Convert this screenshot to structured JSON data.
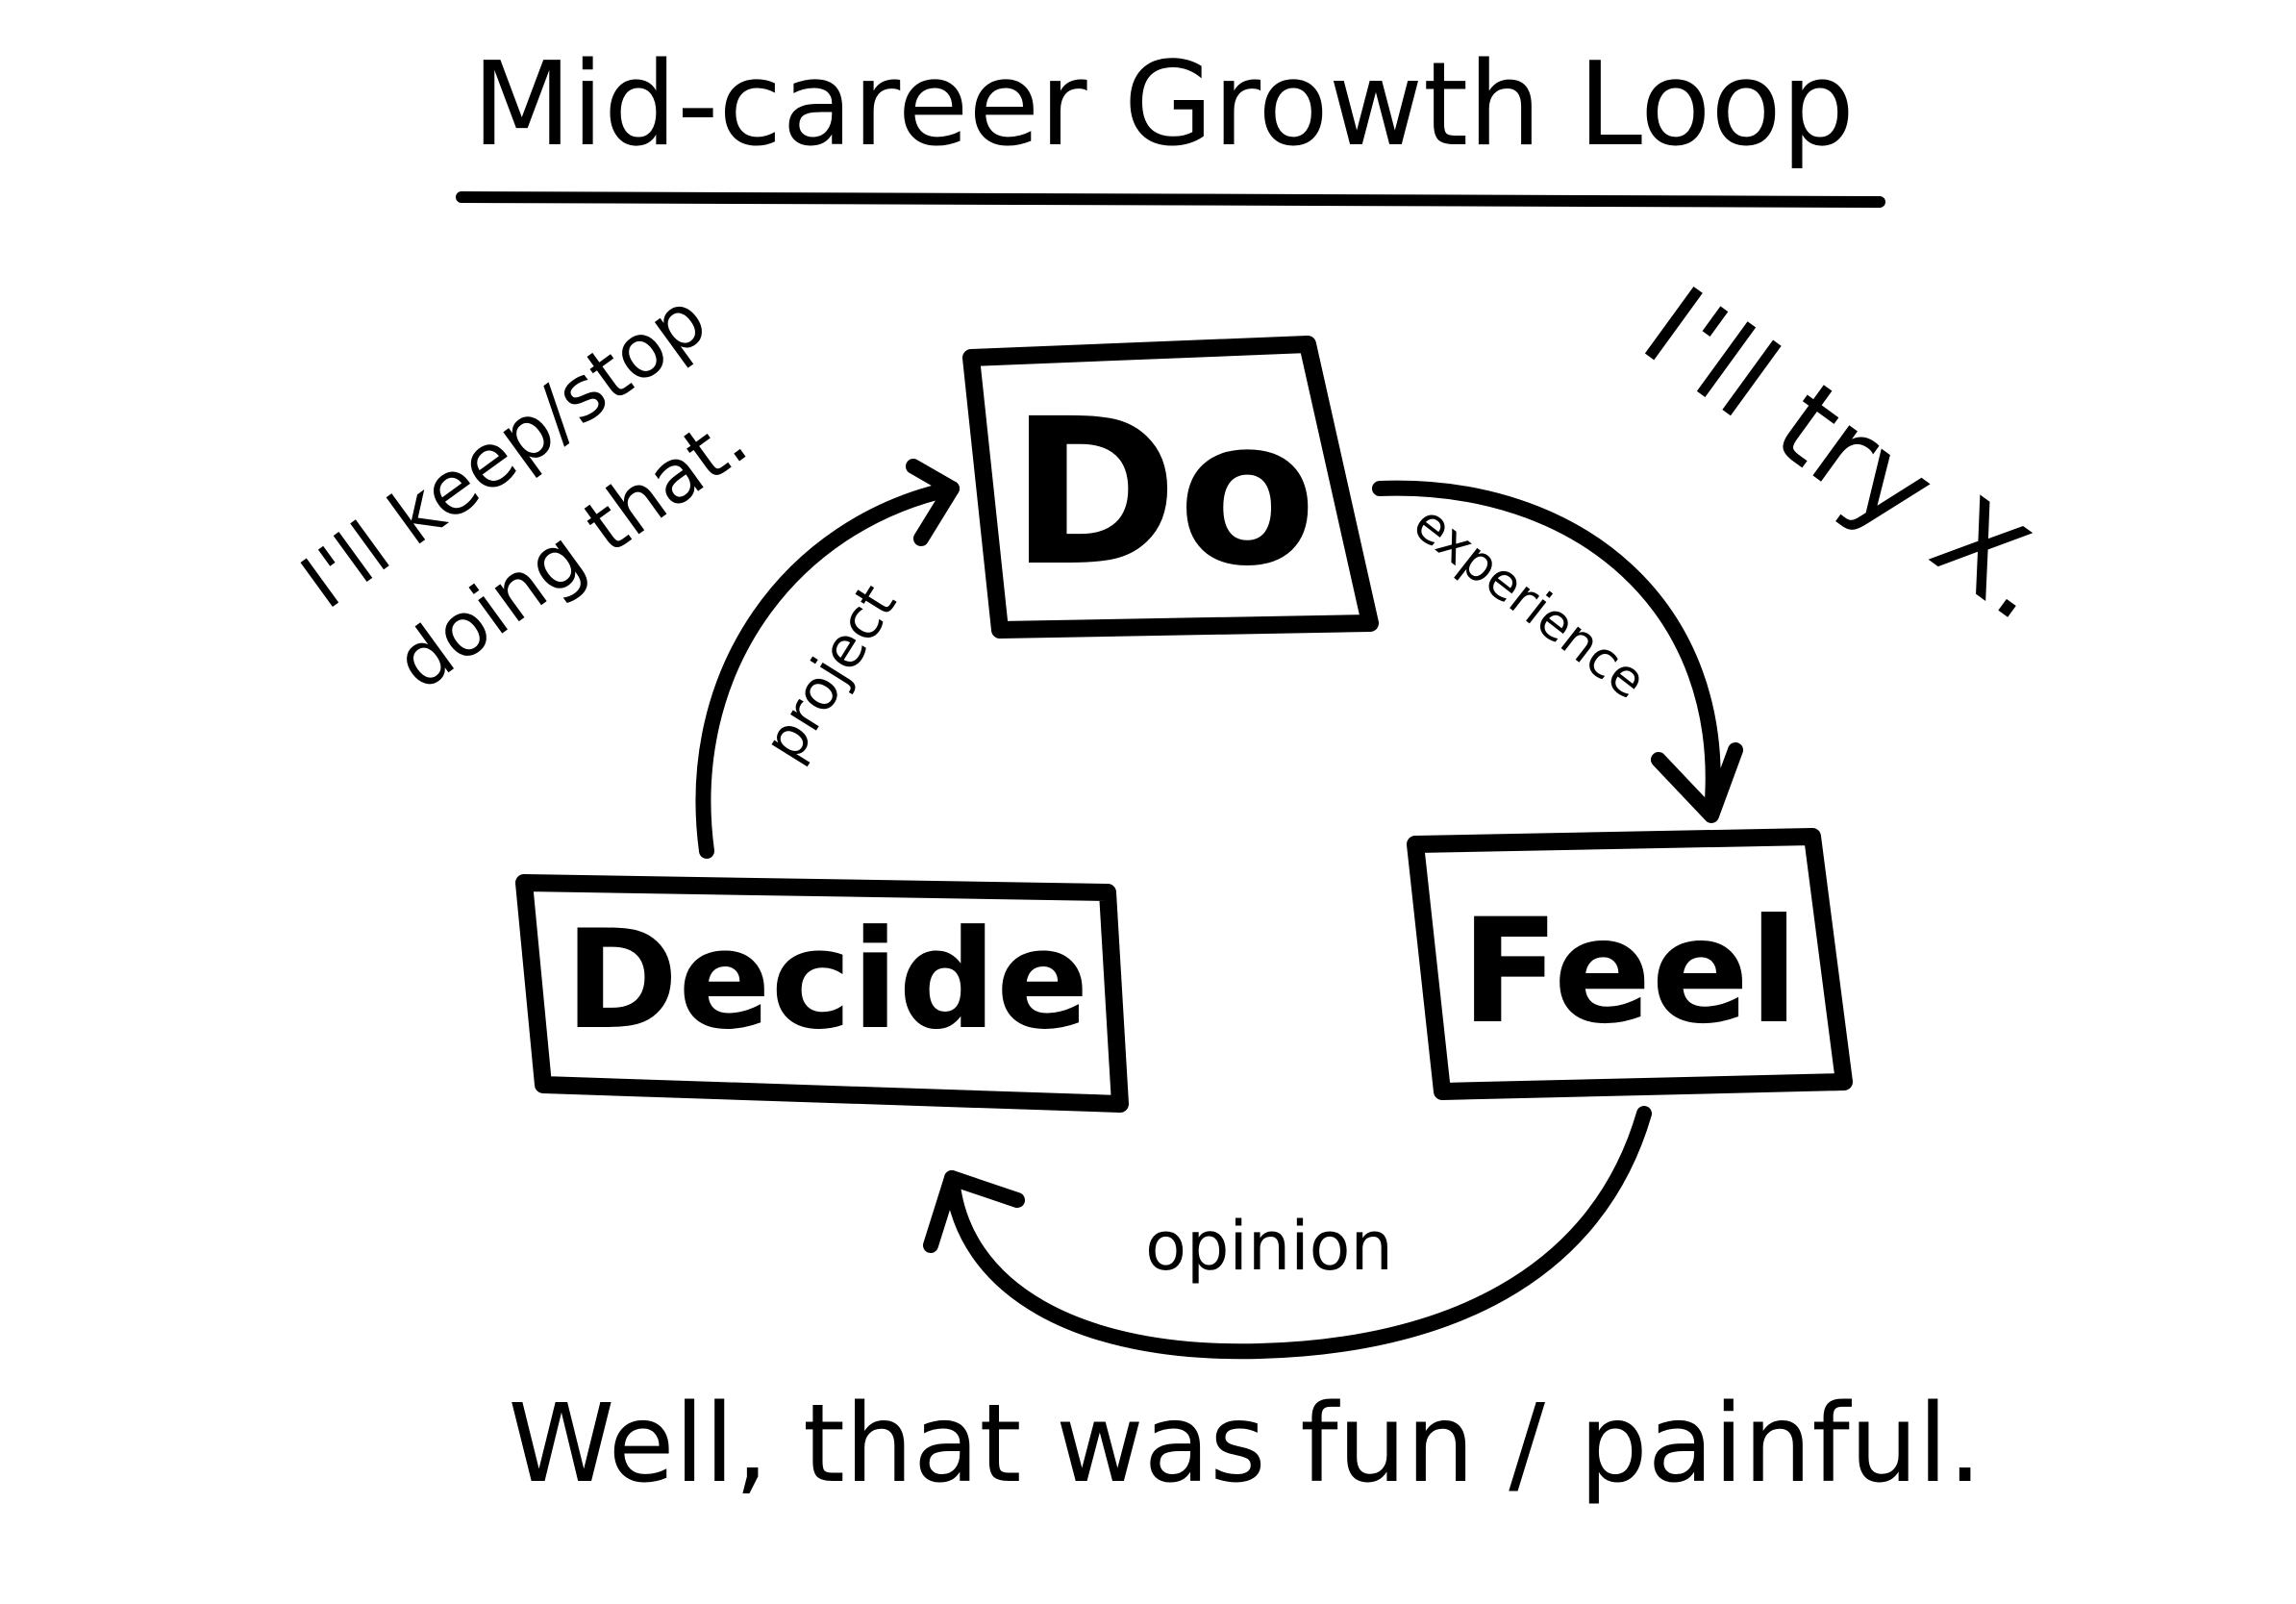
{
  "title": "Mid-career Growth Loop",
  "nodes": {
    "do": "Do",
    "feel": "Feel",
    "decide": "Decide"
  },
  "edges": {
    "do_to_feel": "experience",
    "feel_to_decide": "opinion",
    "decide_to_do": "project"
  },
  "quotes": {
    "do": "I'll try X.",
    "decide_line1": "I'll keep/stop",
    "decide_line2": "doing that.",
    "feel": "Well, that was fun / painful."
  },
  "colors": {
    "ink": "#000000",
    "background": "#ffffff"
  }
}
